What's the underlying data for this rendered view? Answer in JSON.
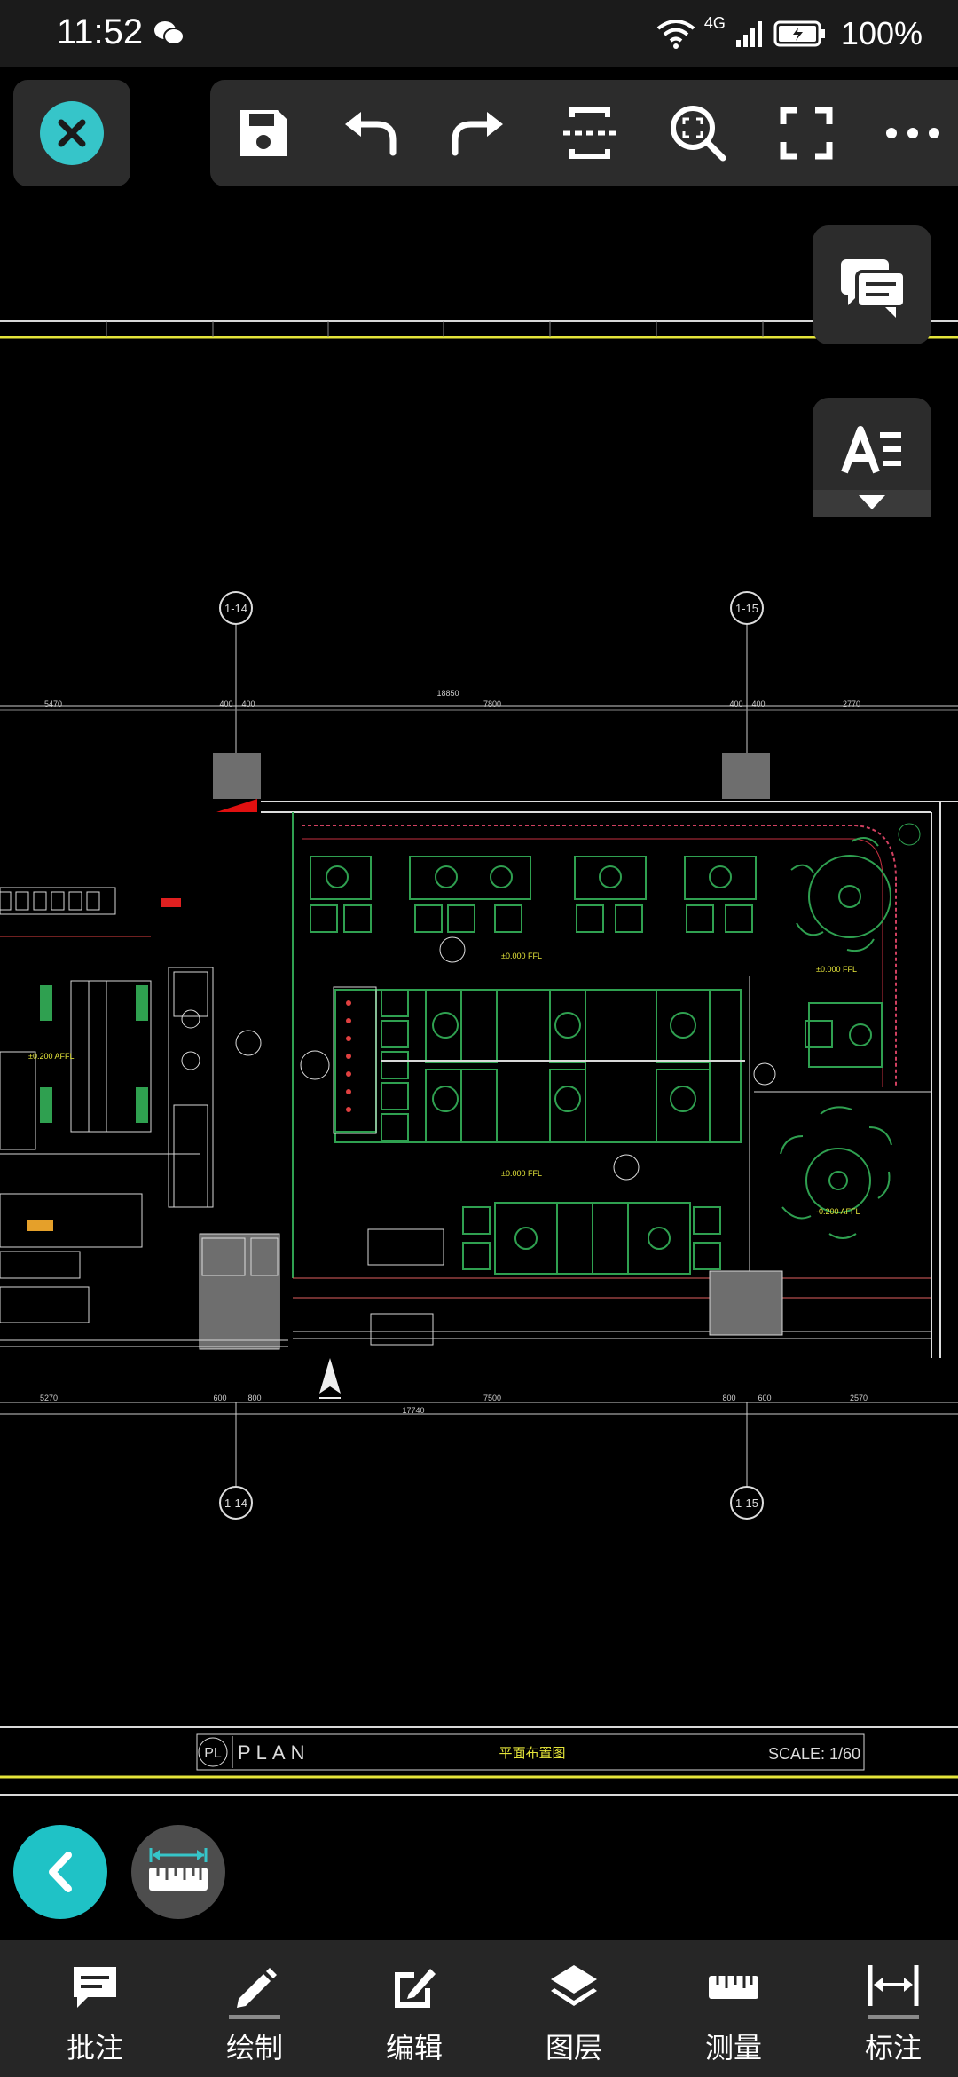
{
  "status_bar": {
    "time": "11:52",
    "network": "4G",
    "battery": "100%"
  },
  "toolbar": {
    "close": "close-icon",
    "items": [
      "save-icon",
      "undo-icon",
      "redo-icon",
      "section-icon",
      "zoom-extents-icon",
      "fullscreen-icon",
      "more-icon"
    ]
  },
  "side_buttons": [
    "comments-icon",
    "text-style-icon"
  ],
  "drawing": {
    "grid_labels_top": [
      "1-14",
      "1-15"
    ],
    "grid_labels_bottom": [
      "1-14",
      "1-15"
    ],
    "dim_top_total": "18850",
    "dim_top": [
      "5470",
      "400",
      "400",
      "7800",
      "400",
      "400",
      "2770"
    ],
    "dim_bottom_total": "17740",
    "dim_bottom": [
      "5270",
      "600",
      "800",
      "7500",
      "800",
      "600",
      "2570"
    ],
    "level_labels": [
      "±0.000 FFL",
      "±0.000 FFL",
      "±0.000 FFL",
      "±0.200 AFFL",
      "-0.200 AFFL"
    ],
    "title_logo": "PL",
    "title_plan": "PLAN",
    "title_cn": "平面布置图",
    "scale": "SCALE: 1/60"
  },
  "bottom_nav": {
    "items": [
      {
        "label": "批注",
        "icon": "comment-icon"
      },
      {
        "label": "绘制",
        "icon": "pencil-icon"
      },
      {
        "label": "编辑",
        "icon": "edit-icon"
      },
      {
        "label": "图层",
        "icon": "layers-icon"
      },
      {
        "label": "测量",
        "icon": "ruler-icon"
      },
      {
        "label": "标注",
        "icon": "dimension-icon"
      }
    ]
  }
}
